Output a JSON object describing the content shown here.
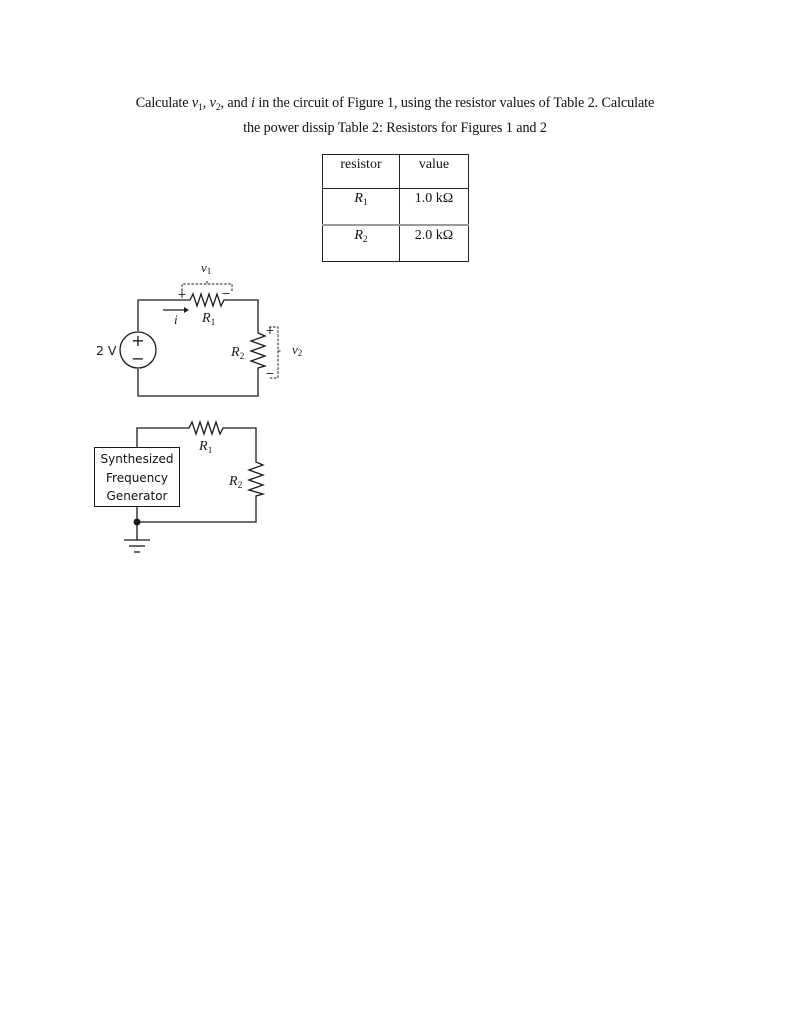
{
  "problem": {
    "line1": {
      "prefix": "Calculate ",
      "var1": "v",
      "var1_sub": "1",
      "sep1": ", ",
      "var2": "v",
      "var2_sub": "2",
      "sep2": ", and ",
      "var3": "i",
      "suffix": " in the circuit of Figure 1, using the resistor values of Table 2.  Calculate"
    },
    "line2": "the power dissip Table 2:  Resistors for Figures 1 and 2"
  },
  "table": {
    "headers": [
      "resistor",
      "value"
    ],
    "rows": [
      {
        "name": "R",
        "sub": "1",
        "value": "1.0 kΩ"
      },
      {
        "name": "R",
        "sub": "2",
        "value": "2.0 kΩ"
      }
    ]
  },
  "figure1": {
    "source_label": "2 V",
    "source_plus": "+",
    "source_minus": "−",
    "v1_label": "v",
    "v1_sub": "1",
    "v1_plus": "+",
    "v1_minus": "−",
    "current_label": "i",
    "r1_label": "R",
    "r1_sub": "1",
    "r2_label": "R",
    "r2_sub": "2",
    "v2_label": "v",
    "v2_sub": "2",
    "v2_plus": "+",
    "v2_minus": "−"
  },
  "figure2": {
    "generator_lines": [
      "Synthesized",
      "Frequency",
      "Generator"
    ],
    "r1_label": "R",
    "r1_sub": "1",
    "r2_label": "R",
    "r2_sub": "2"
  }
}
